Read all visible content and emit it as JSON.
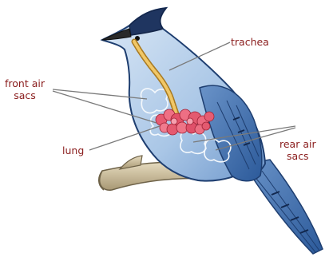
{
  "labels": {
    "trachea": "trachea",
    "front_air_sacs": [
      "front air",
      "sacs"
    ],
    "lung": "lung",
    "rear_air_sacs": [
      "rear air",
      "sacs"
    ]
  },
  "colors": {
    "label_text": "#8a1c1c",
    "body_blue": "#a8c6e6",
    "wing_blue": "#3f6fb0",
    "lung": "#e0566c",
    "trachea": "#e2b24a",
    "branch": "#9a8e6e"
  }
}
